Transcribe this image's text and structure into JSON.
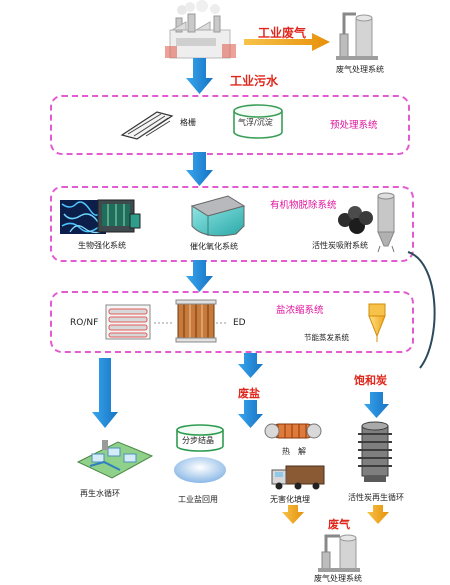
{
  "labels": {
    "industrial_gas_top": "工业废气",
    "gas_treatment_top": "废气处理系统",
    "industrial_wastewater": "工业污水",
    "grid": "格栅",
    "flotation": "气浮/沉淀",
    "pretreatment_system": "预处理系统",
    "organics_removal_system": "有机物脱除系统",
    "bio_enhanced": "生物强化系统",
    "catalytic_oxidation": "催化氧化系统",
    "activated_carbon_adsorption": "活性炭吸附系统",
    "salt_concentration_system": "盐浓缩系统",
    "ro_nf": "RO/NF",
    "ed": "ED",
    "evaporation": "节能蒸发系统",
    "waste_salt": "废盐",
    "saturated_carbon": "饱和炭",
    "fractional_crystallization": "分步结晶",
    "industrial_salt_reuse": "工业盐回用",
    "pyrolysis": "热　解",
    "harmless_landfill": "无害化填埋",
    "carbon_regeneration": "活性炭再生循环",
    "reclaimed_water": "再生水循环",
    "gas_bottom": "废气",
    "gas_treatment_bottom": "废气处理系统"
  },
  "colors": {
    "arrow_blue": "#1c8fde",
    "arrow_orange": "#f2a81d",
    "dash_pink": "#e25bd0",
    "text_red": "#e0261b",
    "text_pink": "#e0159c"
  }
}
